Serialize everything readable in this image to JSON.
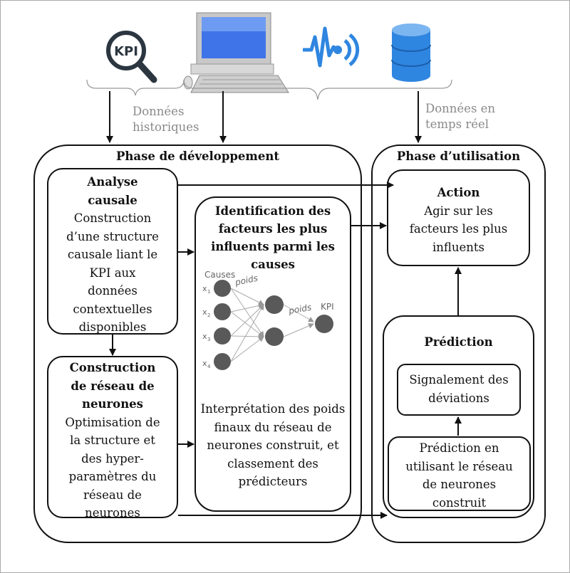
{
  "labels": {
    "historical": "Données historiques",
    "historical_l1": "Données",
    "historical_l2": "historiques",
    "realtime_l1": "Données en",
    "realtime_l2": "temps réel",
    "kpi_icon_text": "KPI"
  },
  "dev_phase": {
    "title": "Phase de développement",
    "analysis": {
      "title_l1": "Analyse",
      "title_l2": "causale",
      "body": [
        "Construction",
        "d’une structure",
        "causale liant le",
        "KPI aux",
        "données",
        "contextuelles",
        "disponibles"
      ]
    },
    "nn_build": {
      "title_l1": "Construction",
      "title_l2": "de réseau de",
      "title_l3": "neurones",
      "body": [
        "Optimisation de",
        "la structure et",
        "des hyper-",
        "paramètres du",
        "réseau de",
        "neurones"
      ]
    },
    "identification": {
      "title": [
        "Identification des",
        "facteurs les plus",
        "influents parmi les",
        "causes"
      ],
      "body": [
        "Interprétation des poids",
        "finaux du réseau de",
        "neurones construit, et",
        "classement des",
        "prédicteurs"
      ],
      "nn_labels": {
        "causes": "Causes",
        "weights1": "poids",
        "weights2": "poids",
        "kpi": "KPI",
        "x1": "x",
        "x2": "x",
        "x3": "x",
        "x4": "x",
        "s1": "1",
        "s2": "2",
        "s3": "3",
        "s4": "4"
      }
    }
  },
  "use_phase": {
    "title": "Phase d’utilisation",
    "action": {
      "title": "Action",
      "body": [
        "Agir sur les",
        "facteurs les plus",
        "influents"
      ]
    },
    "prediction": {
      "title": "Prédiction",
      "signal": [
        "Signalement des",
        "déviations"
      ],
      "predict": [
        "Prédiction en",
        "utilisant le réseau",
        "de neurones",
        "construit"
      ]
    }
  },
  "colors": {
    "icon_blue": "#2f86e0",
    "icon_dark": "#2b3640",
    "node_gray": "#595959",
    "label_gray": "#8a8a8a"
  },
  "icons": [
    "kpi-magnifier-icon",
    "computer-icon",
    "signal-wave-icon",
    "database-icon"
  ]
}
